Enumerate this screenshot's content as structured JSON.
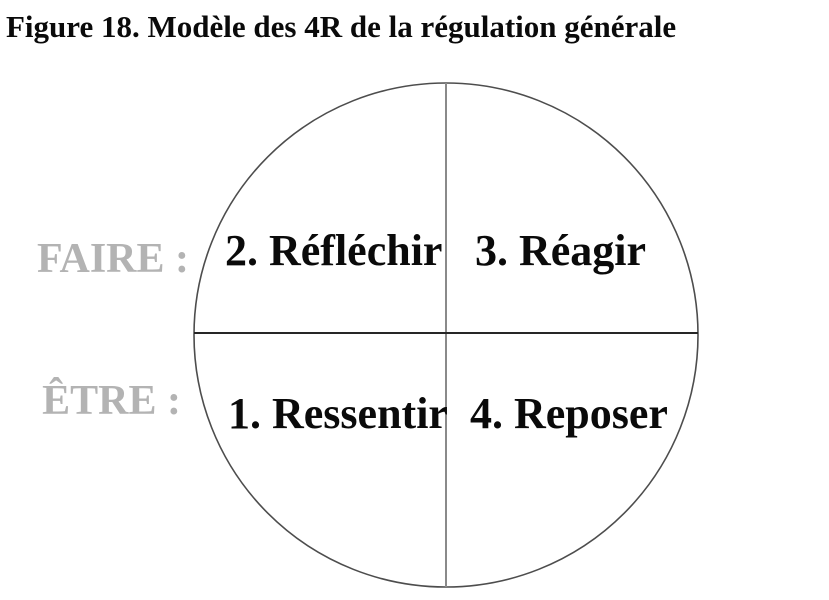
{
  "figure": {
    "caption": "Figure 18. Modèle des 4R de la régulation générale",
    "side_labels": [
      {
        "id": "faire",
        "text": "FAIRE :",
        "row": "top",
        "meaning": "doing half of circle"
      },
      {
        "id": "etre",
        "text": "ÊTRE :",
        "row": "bottom",
        "meaning": "being half of circle"
      }
    ],
    "quadrants": [
      {
        "id": "q1",
        "text": "1. Ressentir",
        "position": "bottom-left"
      },
      {
        "id": "q2",
        "text": "2. Réfléchir",
        "position": "top-left"
      },
      {
        "id": "q3",
        "text": "3. Réagir",
        "position": "top-right"
      },
      {
        "id": "q4",
        "text": "4. Reposer",
        "position": "bottom-right"
      }
    ],
    "colors": {
      "background": "#ffffff",
      "caption_text": "#0a0a0a",
      "quadrant_text": "#0a0a0a",
      "side_label_gray": "#b3b3b3",
      "circle_outline": "#4d4d4d",
      "horizontal_divider": "#262626",
      "vertical_divider": "#8a8a8a"
    }
  }
}
